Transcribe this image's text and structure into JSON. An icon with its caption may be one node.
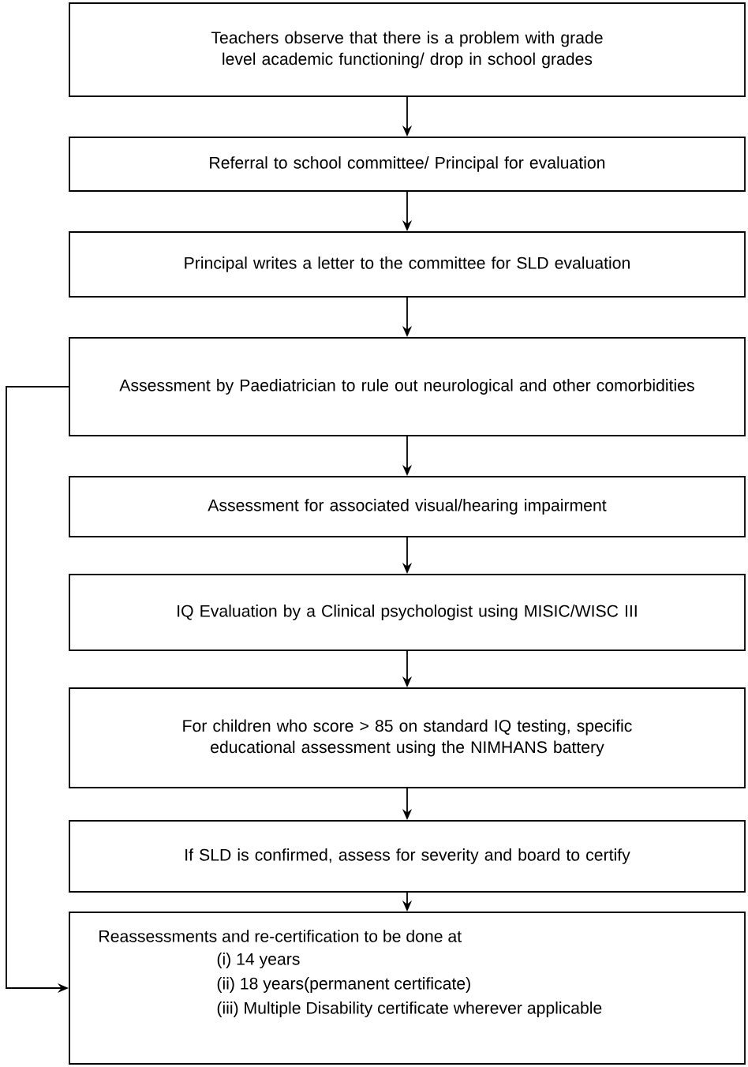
{
  "diagram": {
    "nodes": [
      {
        "text": [
          "Teachers observe that there is a problem with grade level academic functioning/ drop in school grades"
        ]
      },
      {
        "text": [
          "Referral to school committee/ Principal for evaluation"
        ]
      },
      {
        "text": [
          "Principal writes a letter to the committee for SLD evaluation"
        ]
      },
      {
        "text": [
          "Assessment by Paediatrician to rule out neurological and other comorbidities"
        ]
      },
      {
        "text": [
          "Assessment for associated visual/hearing impairment"
        ]
      },
      {
        "text": [
          "IQ Evaluation by a Clinical psychologist using MISIC/WISC III"
        ]
      },
      {
        "text": [
          "For children who score > 85 on standard IQ testing, specific educational assessment using the NIMHANS battery"
        ]
      },
      {
        "text": [
          "If SLD is confirmed, assess for severity and board to certify"
        ]
      },
      {
        "text": [
          "Reassessments and re-certification to be done at",
          "(i) 14 years",
          "(ii) 18 years(permanent certificate)",
          "(iii) Multiple Disability certificate wherever applicable"
        ]
      }
    ],
    "edges": [
      {
        "from": 0,
        "to": 1,
        "arrow": "to"
      },
      {
        "from": 1,
        "to": 2,
        "arrow": "to"
      },
      {
        "from": 2,
        "to": 3,
        "arrow": "to"
      },
      {
        "from": 3,
        "to": 4,
        "arrow": "to"
      },
      {
        "from": 4,
        "to": 5,
        "arrow": "to"
      },
      {
        "from": 5,
        "to": 6,
        "arrow": "to"
      },
      {
        "from": 6,
        "to": 7,
        "arrow": "to"
      },
      {
        "from": 7,
        "to": 8,
        "arrow": "to"
      },
      {
        "from": 3,
        "to": 8,
        "arrow": "to"
      }
    ]
  }
}
